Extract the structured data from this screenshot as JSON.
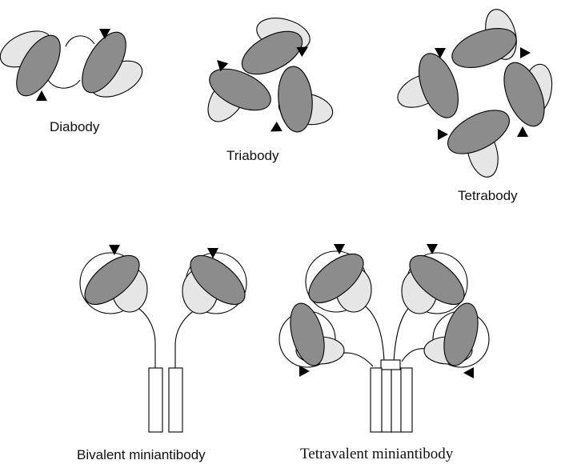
{
  "labels": {
    "diabody": "Diabody",
    "triabody": "Triabody",
    "tetrabody": "Tetrabody",
    "bivalent": "Bivalent miniantibody",
    "tetravalent": "Tetravalent miniantibody"
  },
  "colors": {
    "dark_domain": "#8c8c8c",
    "light_domain": "#e6e6e6",
    "outline": "#000000",
    "background": "#ffffff"
  }
}
